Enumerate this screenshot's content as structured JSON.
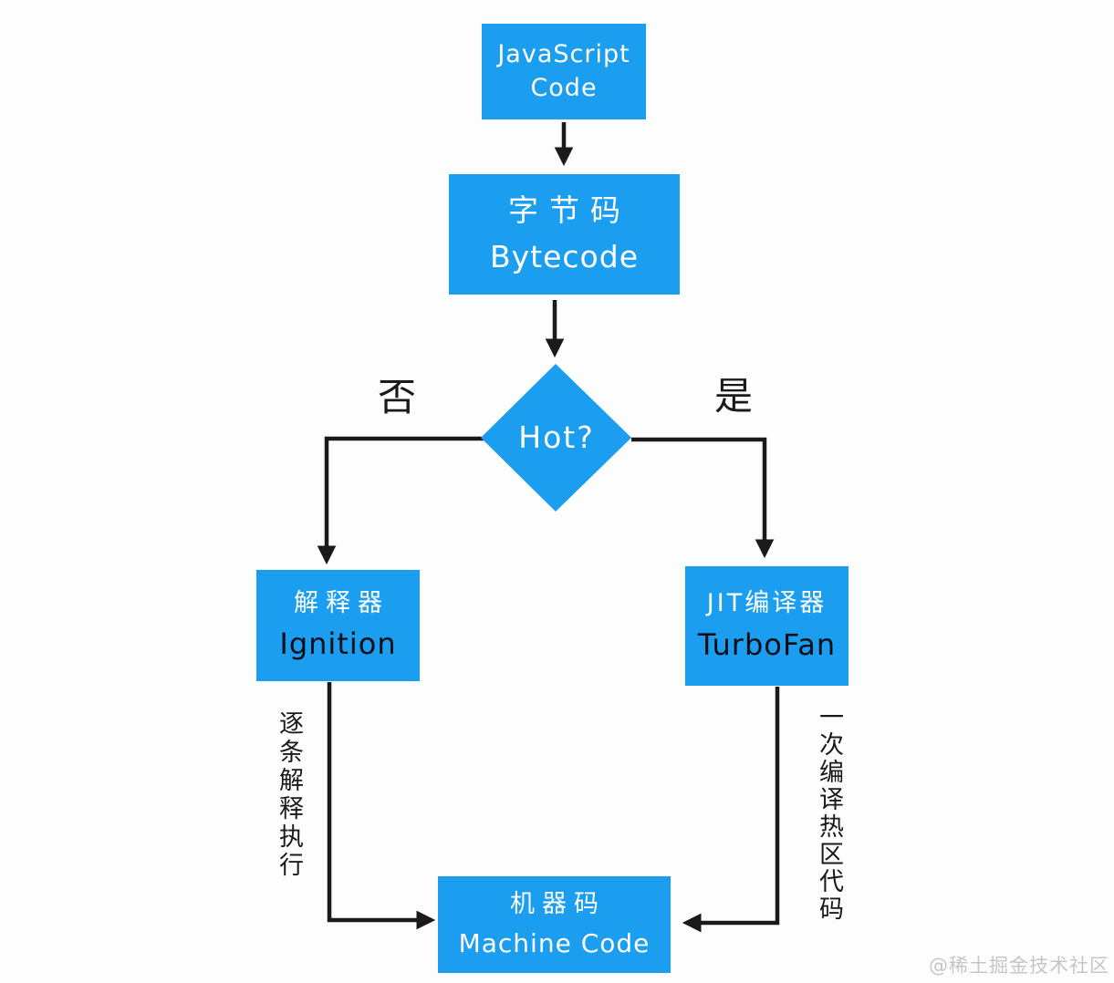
{
  "colors": {
    "background": "#fdfdfd",
    "node_fill": "#1b9df0",
    "line": "#1a1a1a",
    "text_on_node": "#ffffff",
    "text_dark": "#0d0d16",
    "watermark_color": "#c6c6c6"
  },
  "nodes": {
    "js_code": {
      "line1": "JavaScript",
      "line2": "Code"
    },
    "bytecode": {
      "line1": "字节码",
      "line2": "Bytecode"
    },
    "hot": {
      "label": "Hot?"
    },
    "ignition": {
      "line1": "解释器",
      "line2": "Ignition"
    },
    "turbofan": {
      "line1": "JIT编译器",
      "line2": "TurboFan"
    },
    "machine_code": {
      "line1": "机器码",
      "line2": "Machine Code"
    }
  },
  "edge_labels": {
    "no": "否",
    "yes": "是",
    "left_note": "逐条解释执行",
    "right_note": "一次编译热区代码"
  },
  "watermark": "@稀土掘金技术社区"
}
